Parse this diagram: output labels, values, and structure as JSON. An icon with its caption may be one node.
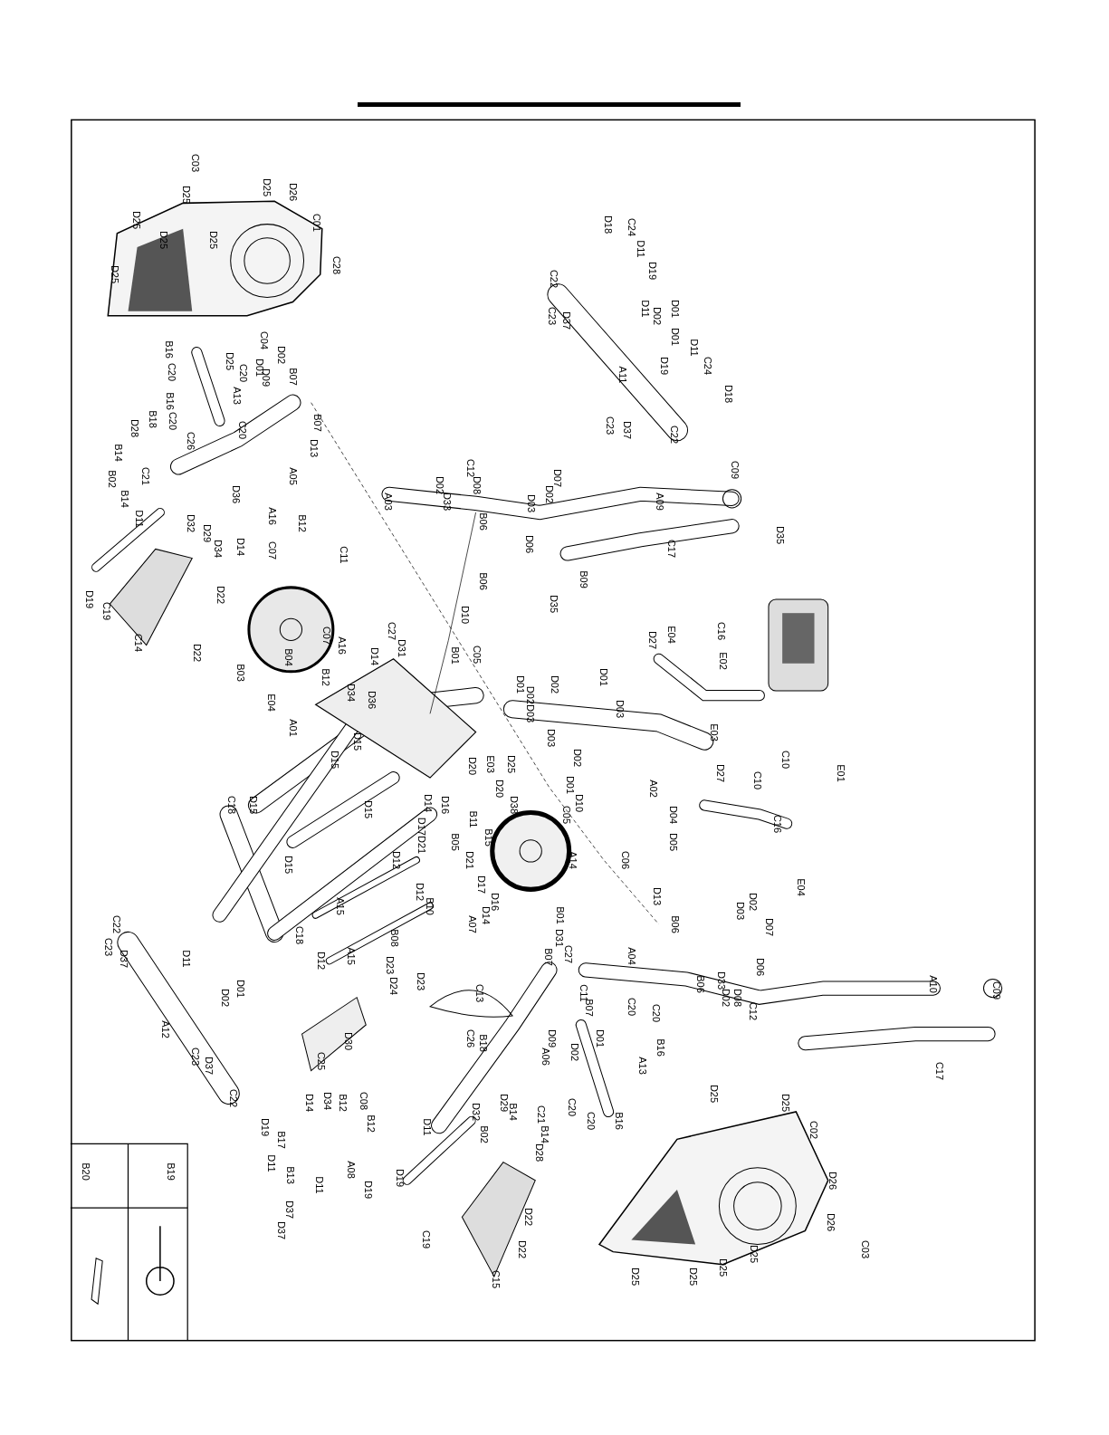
{
  "diagram": {
    "labels": [
      "C03",
      "D25",
      "D25",
      "D26",
      "C01",
      "C28",
      "D25",
      "D25",
      "D25",
      "D25",
      "C04",
      "D02",
      "D01",
      "D25",
      "B07",
      "D09",
      "B16",
      "C20",
      "C20",
      "A13",
      "B16",
      "B18",
      "C20",
      "C26",
      "D28",
      "B14",
      "B02",
      "C21",
      "B14",
      "C20",
      "B07",
      "D13",
      "A05",
      "D11",
      "D36",
      "D32",
      "D29",
      "D34",
      "D14",
      "A16",
      "B12",
      "C07",
      "D22",
      "D19",
      "C19",
      "C14",
      "D22",
      "B03",
      "E04",
      "B04",
      "C07",
      "A16",
      "B12",
      "C27",
      "D31",
      "D14",
      "D34",
      "D36",
      "C11",
      "A03",
      "C12",
      "D08",
      "D02",
      "D33",
      "B06",
      "B06",
      "D07",
      "D02",
      "D03",
      "D06",
      "A09",
      "C09",
      "C17",
      "D10",
      "B01",
      "C05",
      "B09",
      "D35",
      "D01",
      "D02D03",
      "D02",
      "D01",
      "D03",
      "E04",
      "D27",
      "C16",
      "E02",
      "D35",
      "E01",
      "C10",
      "C10",
      "E03",
      "D27",
      "A02",
      "D04",
      "D05",
      "D03",
      "D02",
      "D01",
      "D10",
      "C05",
      "E03",
      "D25",
      "D20",
      "D20",
      "D38",
      "B11",
      "D16",
      "D14",
      "D17D21",
      "B05",
      "B15",
      "D21",
      "A14",
      "C06",
      "C16",
      "D13",
      "B06",
      "D31",
      "C27",
      "B01",
      "D17",
      "D16",
      "D14",
      "A07",
      "B10",
      "B08",
      "D23",
      "D24",
      "D23",
      "D02",
      "D03",
      "D07",
      "D06",
      "D33",
      "D02",
      "B06",
      "D08",
      "C12",
      "E04",
      "A10",
      "C09",
      "C17",
      "A04",
      "C11",
      "B07",
      "C20",
      "C20",
      "B07",
      "D01",
      "D09",
      "D02",
      "B16",
      "A13",
      "C20",
      "C20",
      "B16",
      "C26",
      "B18",
      "A06",
      "C13",
      "D29",
      "D32",
      "B14",
      "C21",
      "B14",
      "B02",
      "D28",
      "D11",
      "D19",
      "C19",
      "D22",
      "D22",
      "C15",
      "D30",
      "C25",
      "C08",
      "B12",
      "B12",
      "D34",
      "D14",
      "B17",
      "D19",
      "D11",
      "B13",
      "D11",
      "A08",
      "D19",
      "D37",
      "D37",
      "C18",
      "D15",
      "D15",
      "D15",
      "D15",
      "A01",
      "D15",
      "D12",
      "D12",
      "C18",
      "D12",
      "A15",
      "A15",
      "C22",
      "C23",
      "D37",
      "D11",
      "D01",
      "D02",
      "A12",
      "C23",
      "D37",
      "C22",
      "D18",
      "C24",
      "D11",
      "D19",
      "C22",
      "C23",
      "D37",
      "D11",
      "D02",
      "D01",
      "D01",
      "D11",
      "D19",
      "C24",
      "D18",
      "A11",
      "C23",
      "D37",
      "C22",
      "D25",
      "D25",
      "C02",
      "D26",
      "D26",
      "C03",
      "D25",
      "D25",
      "D25",
      "D25",
      "B20",
      "B19"
    ]
  }
}
